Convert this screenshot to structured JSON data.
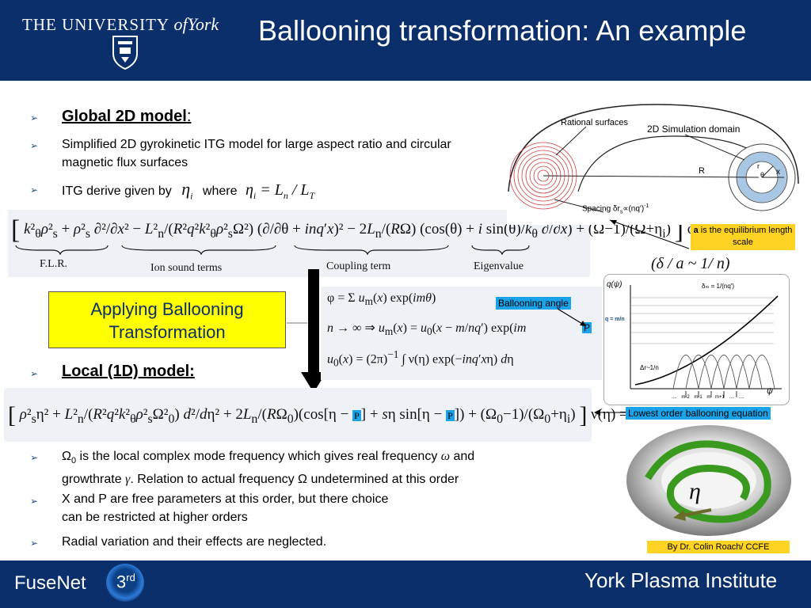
{
  "header": {
    "university_pre": "THE UNIVERSITY",
    "university_of": "of",
    "university_post": "York",
    "title": "Ballooning transformation: An example"
  },
  "footer": {
    "left": "FuseNet",
    "badge_num": "3",
    "badge_sup": "rd",
    "right": "York Plasma Institute"
  },
  "bullets": {
    "global_model": "Global 2D model",
    "colon": ":",
    "simplified": "Simplified 2D gyrokinetic ITG model for large aspect ratio and circular magnetic flux surfaces",
    "itg_prefix": "ITG derive given by",
    "itg_where": "where",
    "local_model": "Local (1D) model:",
    "omega0_a": "Ω",
    "omega0_sub": "0",
    "omega0_b": " is the local complex mode frequency which gives real frequency ",
    "omega0_c": " and",
    "omega0_line2a": "growthrate ",
    "omega0_line2b": ". Relation to actual frequency Ω undetermined at this order",
    "xp_line1": "X and P are free parameters at this order, but there choice",
    "xp_line2": "can be restricted at higher orders",
    "radial": "Radial variation and their effects are neglected."
  },
  "labels": {
    "flr": "F.L.R.",
    "ion_sound": "Ion sound terms",
    "coupling": "Coupling term",
    "eigenvalue": "Eigenvalue",
    "applying": "Applying Ballooning Transformation",
    "ballooning_angle": "Ballooning angle",
    "p_tag": "P",
    "eq_equilibrium_a": "a",
    "eq_equilibrium_rest": " is the equilibrium length scale",
    "delta_ratio": "(δ / a ~ 1/ n)",
    "lowest_order": "Lowest order ballooning equation",
    "credit": "By Dr. Colin Roach/ CCFE",
    "eta": "η"
  },
  "diagram": {
    "rational": "Rational surfaces",
    "domain": "2D Simulation domain",
    "R": "R",
    "r": "r",
    "theta": "θ",
    "x": "x",
    "spacing": "Spacing δr",
    "spacing_tail": "∝(nq')",
    "spacing_sup": "-1"
  },
  "plot": {
    "ylabel": "q(ψ)",
    "qmn": "q = m/n",
    "dm": "δₘ = 1/(nq')",
    "dr": "Δr~1/n",
    "xlabel": "ψ",
    "ticks": [
      "....",
      "m-2",
      "m-1",
      "m",
      "m+1",
      "....",
      "...."
    ]
  }
}
